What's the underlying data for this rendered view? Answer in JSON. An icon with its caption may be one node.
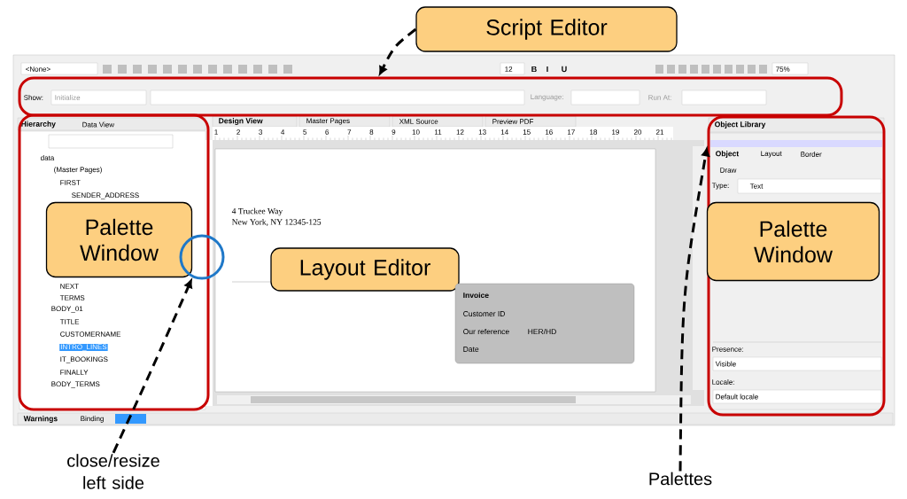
{
  "diagram": {
    "nodes": [
      {
        "text": [
          "Script Editor"
        ]
      },
      {
        "text": [],
        "shape": "box"
      },
      {
        "text": [],
        "shape": "box"
      },
      {
        "text": [
          "Palette Window"
        ],
        "in": 2
      },
      {
        "text": [],
        "shape": "circle"
      },
      {
        "text": [
          "Layout Editor"
        ]
      },
      {
        "text": [
          "Invoice",
          "Customer ID",
          "Our reference",
          "HER/HD",
          "Date"
        ]
      },
      {
        "text": [],
        "shape": "box"
      },
      {
        "text": [
          "Palette Window"
        ],
        "in": 7
      },
      {
        "text": [
          "close/resize left side"
        ]
      },
      {
        "text": [
          "Palettes"
        ]
      }
    ],
    "edges": [
      {
        "from": 0,
        "to": 1,
        "arrow": "to"
      },
      {
        "from": 9,
        "to": 4,
        "arrow": "to"
      },
      {
        "from": 10,
        "to": 7,
        "arrow": "to"
      }
    ],
    "labels": [
      "<None>",
      "12",
      "B",
      "I",
      "U",
      "75%",
      "Show:",
      "Initialize",
      "Language:",
      "Run At:",
      "Design View",
      "Master Pages",
      "XML Source",
      "Preview PDF",
      "Hierarchy",
      "Data View",
      "1",
      "2",
      "3",
      "4",
      "5",
      "6",
      "7",
      "8",
      "9",
      "10",
      "11",
      "12",
      "13",
      "14",
      "15",
      "16",
      "17",
      "18",
      "19",
      "20",
      "21",
      "data",
      "(Master Pages)",
      "FIRST",
      "SENDER_ADDRESS",
      "NEXT",
      "TERMS",
      "BODY_01",
      "TITLE",
      "CUSTOMERNAME",
      "INTRO_LINES",
      "IT_BOOKINGS",
      "FINALLY",
      "BODY_TERMS",
      "4 Truckee Way",
      "New York, NY 12345-125",
      "Object Library",
      "Object",
      "Layout",
      "Border",
      "Draw",
      "Type:",
      "Text",
      "Presence:",
      "Visible",
      "Locale:",
      "Default locale",
      "Warnings",
      "Binding"
    ]
  }
}
